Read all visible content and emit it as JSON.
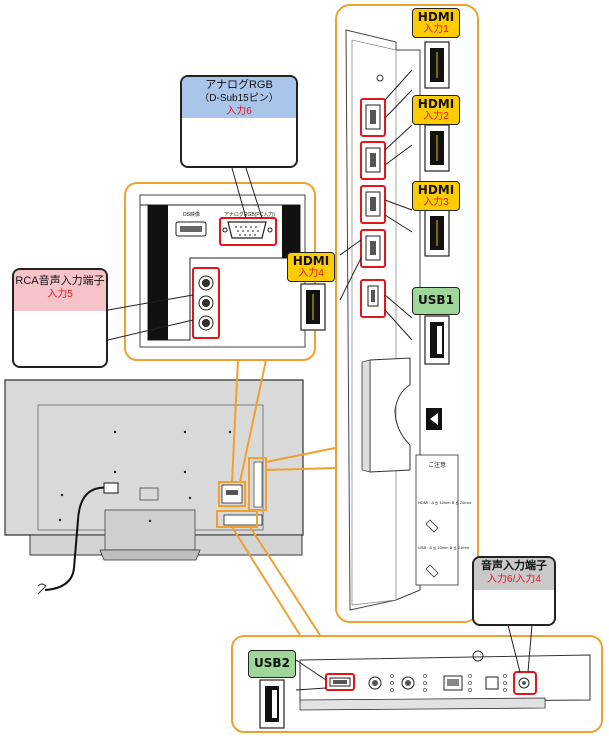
{
  "callouts": {
    "analog_rgb": {
      "title": "アナログRGB",
      "subtitle": "（D-Sub15ピン）",
      "input": "入力6"
    },
    "rca_audio": {
      "title": "RCA音声入力端子",
      "input": "入力5"
    },
    "audio_in": {
      "title": "音声入力端子",
      "input": "入力6/入力4"
    }
  },
  "tags": {
    "hdmi1": {
      "label": "HDMI",
      "input": "入力1"
    },
    "hdmi2": {
      "label": "HDMI",
      "input": "入力2"
    },
    "hdmi3": {
      "label": "HDMI",
      "input": "入力3"
    },
    "hdmi4": {
      "label": "HDMI",
      "input": "入力4"
    },
    "usb1": {
      "label": "USB1"
    },
    "usb2": {
      "label": "USB2"
    }
  },
  "panel_labels": {
    "ds_label": "DS映像",
    "analog_label": "アナログRGB(PC入力)",
    "notice_title": "ご注意",
    "notice_hdmi": "HDMI : A ≦ 12mm  B ≦ 20mm",
    "notice_usb": "USB : A ≦ 10mm  B ≦ 21mm"
  },
  "colors": {
    "orange_frame": "#f0a030",
    "red_highlight": "#e8141b",
    "hdmi_tag": "#ffcc00",
    "usb_tag": "#9fd79a",
    "audio_tag": "#c9c9c9"
  }
}
